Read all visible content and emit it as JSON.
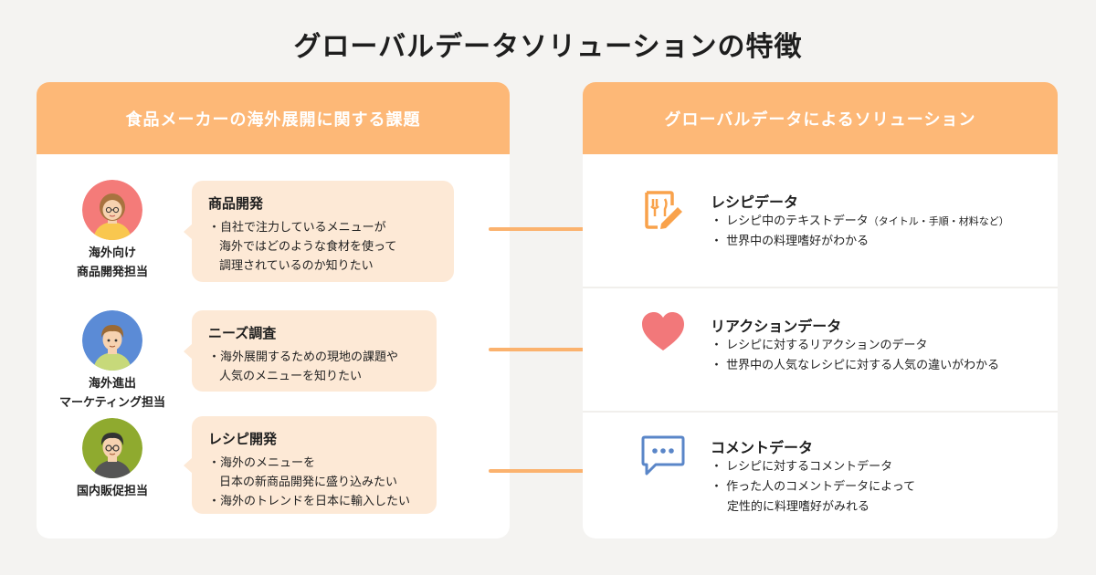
{
  "title": "グローバルデータソリューションの特徴",
  "left_panel": {
    "header": "食品メーカーの海外展開に関する課題",
    "personas": [
      {
        "label_lines": [
          "海外向け",
          "商品開発担当"
        ],
        "bubble": {
          "title": "商品開発",
          "lines": [
            "・自社で注力しているメニューが",
            "海外ではどのような食材を使って",
            "調理されているのか知りたい"
          ]
        }
      },
      {
        "label_lines": [
          "海外進出",
          "マーケティング担当"
        ],
        "bubble": {
          "title": "ニーズ調査",
          "lines": [
            "・海外展開するための現地の課題や",
            "人気のメニューを知りたい"
          ]
        }
      },
      {
        "label_lines": [
          "国内販促担当"
        ],
        "bubble": {
          "title": "レシピ開発",
          "lines": [
            "・海外のメニューを",
            "日本の新商品開発に盛り込みたい",
            "・海外のトレンドを日本に輸入したい"
          ]
        }
      }
    ]
  },
  "right_panel": {
    "header": "グローバルデータによるソリューション",
    "solutions": [
      {
        "icon": "recipe-pencil-icon",
        "title": "レシピデータ",
        "lines": [
          "・ レシピ中のテキストデータ",
          "（タイトル・手順・材料など）",
          "・ 世界中の料理嗜好がわかる"
        ]
      },
      {
        "icon": "heart-icon",
        "title": "リアクションデータ",
        "lines": [
          "・ レシピに対するリアクションのデータ",
          "・ 世界中の人気なレシピに対する人気の違いがわかる"
        ]
      },
      {
        "icon": "comment-bubble-icon",
        "title": "コメントデータ",
        "lines": [
          "・ レシピに対するコメントデータ",
          "・ 作った人のコメントデータによって",
          "定性的に料理嗜好がみれる"
        ]
      }
    ]
  },
  "colors": {
    "accent_orange": "#fdb877",
    "bubble_fill": "#fde9d6",
    "arrow": "#fbb26e",
    "icon_orange": "#f9a24b",
    "heart": "#f2787a",
    "comment": "#5a86c8"
  }
}
